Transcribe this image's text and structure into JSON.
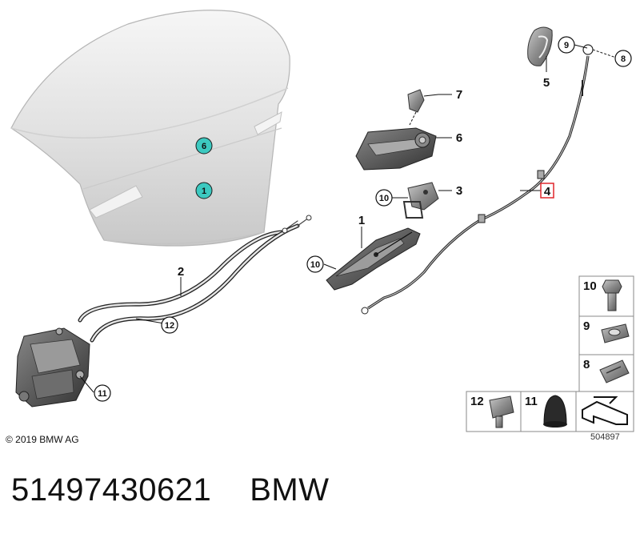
{
  "callouts": {
    "c1": "1",
    "c2": "2",
    "c3": "3",
    "c4": "4",
    "c5": "5",
    "c6": "6",
    "c7": "7",
    "c8": "8",
    "c9": "9",
    "c10a": "10",
    "c10b": "10",
    "c11": "11",
    "c12": "12",
    "trunk6": "6",
    "trunk1": "1"
  },
  "legend": {
    "tile10": "10",
    "tile9": "9",
    "tile8": "8",
    "tile12": "12",
    "tile11": "11"
  },
  "copyright": "© 2019 BMW AG",
  "diagram_number": "504897",
  "part_number": "51497430621",
  "brand": "BMW",
  "highlight_color": "#e0262b",
  "teal_marker_color": "#3cc9c0"
}
